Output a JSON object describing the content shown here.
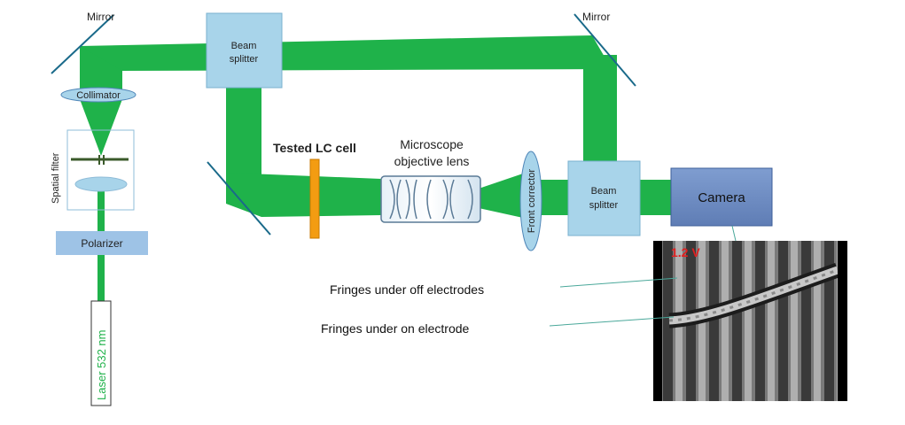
{
  "colors": {
    "beam": "#1fb24a",
    "box_fill": "#a8d4ea",
    "box_stroke": "#7ab0cf",
    "lens_fill": "#a8d4ea",
    "lens_stroke": "#4f86b8",
    "polarizer_fill": "#9ec3e6",
    "lc_cell": "#f39c12",
    "camera_fill": "#6d8cc2",
    "camera_stroke": "#3e5f9a",
    "voltage": "#e02020",
    "laser_text": "#1fb24a"
  },
  "labels": {
    "mirror_left": "Mirror",
    "mirror_right": "Mirror",
    "beam_splitter_top": [
      "Beam",
      "splitter"
    ],
    "beam_splitter_right": [
      "Beam",
      "splitter"
    ],
    "collimator": "Collimator",
    "spatial_filter": "Spatial filter",
    "polarizer": "Polarizer",
    "laser": "Laser 532 nm",
    "tested_lc_cell": "Tested LC cell",
    "microscope_objective": [
      "Microscope",
      "objective lens"
    ],
    "front_corrector": "Front corrector",
    "camera": "Camera",
    "voltage": "1.2 V",
    "fringes_off": "Fringes under off electrodes",
    "fringes_on": "Fringes under on electrode"
  }
}
